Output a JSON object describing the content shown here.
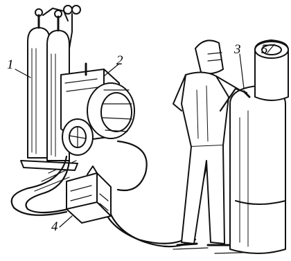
{
  "callouts": {
    "gas_cylinders": "1",
    "welding_power_source": "2",
    "welding_torch": "3",
    "control_box": "4",
    "cylindrical_workpiece": "5"
  },
  "colors": {
    "ink": "#111111",
    "paper": "#ffffff"
  }
}
